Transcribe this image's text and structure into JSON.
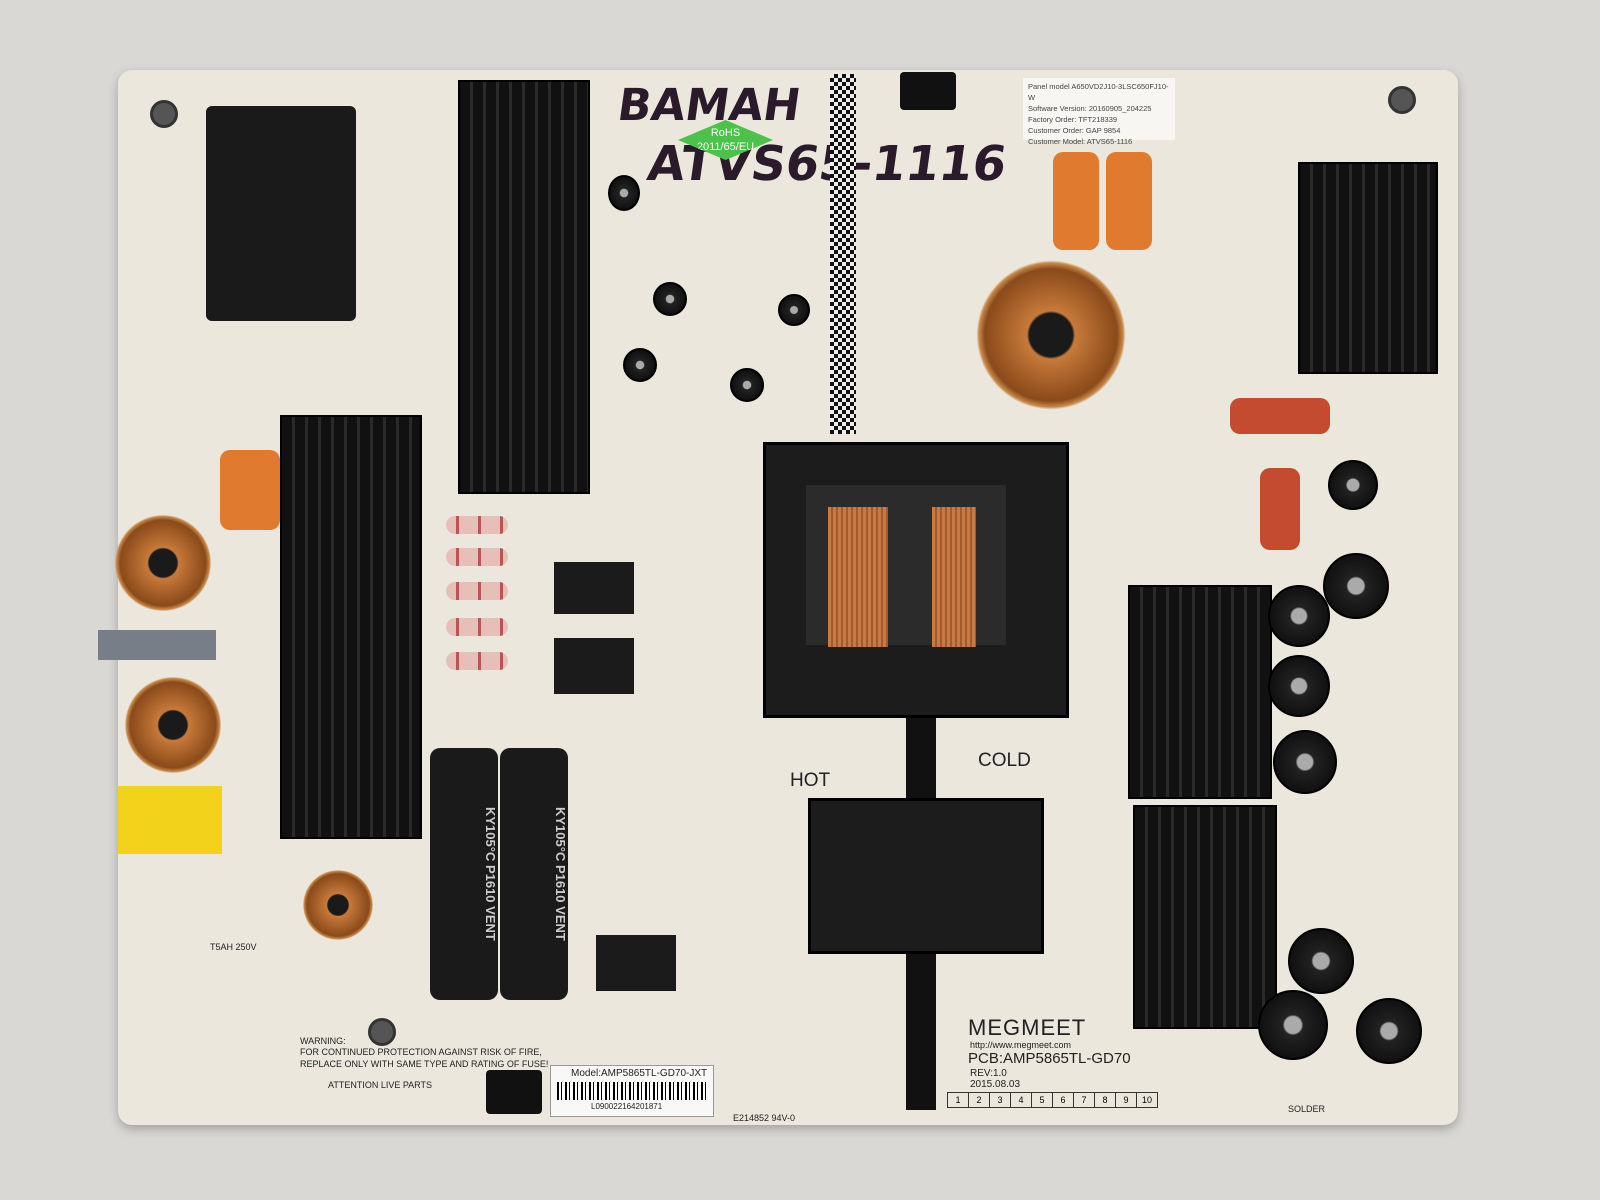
{
  "handwriting": {
    "line1": "BAMAH",
    "line2": "ATVS65-1116"
  },
  "rohs": {
    "line1": "RoHS",
    "line2": "2011/65/EU"
  },
  "info_label": {
    "lines": [
      "Panel model A650VD2J10-3LSC650FJ10-W",
      "Software Version: 20160905_204225",
      "Factory Order: TFT218339",
      "Customer Order: GAP 9854",
      "Customer Model: ATVS65-1116"
    ]
  },
  "silkscreen": {
    "hot": "HOT",
    "cold": "COLD",
    "brand": "MEGMEET",
    "url": "http://www.megmeet.com",
    "pcb": "PCB:AMP5865TL-GD70",
    "rev": "REV:1.0",
    "date": "2015.08.03",
    "warning_title": "WARNING:",
    "warning_line1": "FOR CONTINUED PROTECTION AGAINST RISK OF FIRE,",
    "warning_line2": "REPLACE ONLY WITH SAME TYPE AND RATING OF FUSE!",
    "attention": "ATTENTION LIVE PARTS",
    "fuse": "T5AH 250V",
    "solder": "SOLDER",
    "numbers": [
      "1",
      "2",
      "3",
      "4",
      "5",
      "6",
      "7",
      "8",
      "9",
      "10"
    ],
    "cert": "E214852 94V-0"
  },
  "model_label": {
    "model": "Model:AMP5865TL-GD70-JXT",
    "serial": "L090022164201871"
  },
  "capacitor_text": [
    "KY105°C P1610 VENT",
    "KY105°C P1610 VENT"
  ],
  "colors": {
    "board": "#ebe7dd",
    "heatsink": "#111111",
    "copper": "#c77a3a",
    "background": "#d9d8d4"
  }
}
